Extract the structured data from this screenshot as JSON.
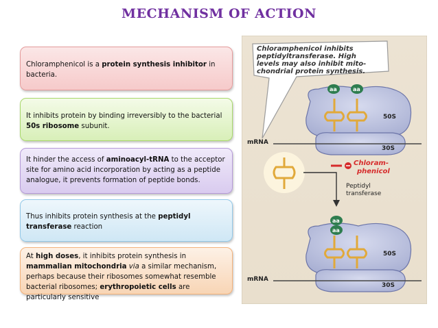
{
  "page": {
    "title": "MECHANISM OF ACTION"
  },
  "boxes": [
    {
      "t1": "Chloramphenicol is a ",
      "b1": "protein synthesis inhibitor",
      "t2": " in bacteria."
    },
    {
      "t1": "It inhibits protein by binding irreversibly to the bacterial ",
      "b1": "50s ribosome",
      "t2": " subunit."
    },
    {
      "t1": "It hinder the access of ",
      "b1": "aminoacyl-tRNA",
      "t2": " to the acceptor site for amino acid incorporation by acting as a peptide analogue, it prevents formation of peptide bonds."
    },
    {
      "t1": "Thus inhibits protein synthesis at the ",
      "b1": "peptidyl transferase",
      "t2": " reaction"
    },
    {
      "t1": "At ",
      "b1": "high doses",
      "t2": ", it inhibits protein synthesis in ",
      "b2": "mammalian mitochondria",
      "i1": "via",
      "t3": " a similar mechanism, perhaps because their ribosomes somewhat resemble bacterial ribosomes; ",
      "b3": "erythropoietic cells",
      "t4": " are particularly sensitive"
    }
  ],
  "figure": {
    "callout_lines": [
      "Chloramphenicol inhibits",
      "peptidyltransferase. High",
      "levels may also inhibit mito-",
      "chondrial protein synthesis."
    ],
    "aa": "aa",
    "large_subunit": "50S",
    "small_subunit": "30S",
    "mrna": "mRNA",
    "drug_line1": "Chloram-",
    "drug_line2": "phenicol",
    "enzyme_line1": "Peptidyl",
    "enzyme_line2": "transferase",
    "colors": {
      "title": "#7030a0",
      "ribosome": "#b9bfdc",
      "ribosome_edge": "#6b74a8",
      "trna": "#e1a93a",
      "aa_badge": "#2e7d4f",
      "inhibit": "#d62b2b"
    }
  }
}
